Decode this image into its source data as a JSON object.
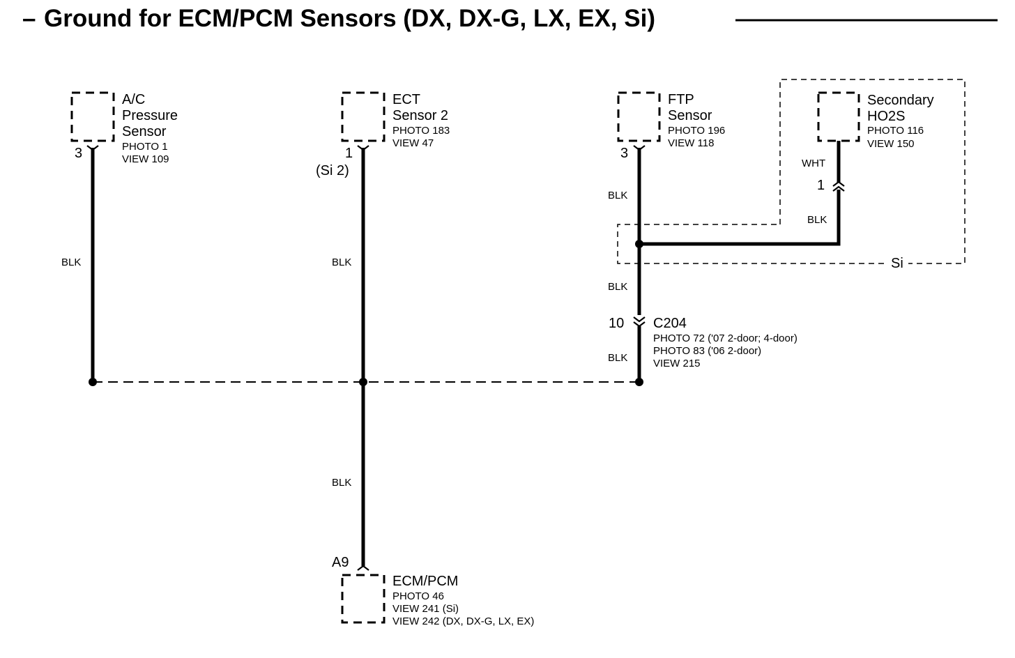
{
  "title": {
    "dash": "–",
    "text": "Ground for ECM/PCM Sensors (DX, DX-G, LX, EX, Si)"
  },
  "components": {
    "ac_pressure_sensor": {
      "name_lines": [
        "A/C",
        "Pressure",
        "Sensor"
      ],
      "photo": "PHOTO 1",
      "view": "VIEW 109",
      "pin": "3"
    },
    "ect_sensor_2": {
      "name_lines": [
        "ECT",
        "Sensor 2"
      ],
      "photo": "PHOTO 183",
      "view": "VIEW 47",
      "pin": "1",
      "pin_note": "(Si 2)"
    },
    "ftp_sensor": {
      "name_lines": [
        "FTP",
        "Sensor"
      ],
      "photo": "PHOTO 196",
      "view": "VIEW 118",
      "pin": "3"
    },
    "secondary_ho2s": {
      "name_lines": [
        "Secondary",
        "HO2S"
      ],
      "photo": "PHOTO 116",
      "view": "VIEW 150"
    },
    "ecm_pcm": {
      "name": "ECM/PCM",
      "pin": "A9",
      "refs": [
        "PHOTO 46",
        "VIEW 241 (Si)",
        "VIEW 242 (DX, DX-G, LX, EX)"
      ]
    }
  },
  "connectors": {
    "c204": {
      "name": "C204",
      "pin": "10",
      "refs": [
        "PHOTO 72 ('07 2-door; 4-door)",
        "PHOTO 83 ('06 2-door)",
        "VIEW 215"
      ]
    },
    "ho2s_inline": {
      "pin": "1"
    }
  },
  "wire_labels": {
    "ac_wire": "BLK",
    "ect_wire": "BLK",
    "ftp_wire": "BLK",
    "ho2s_upper": "WHT",
    "ho2s_lower": "BLK",
    "ftp_lower": "BLK",
    "c204_lower": "BLK",
    "ecm_wire": "BLK"
  },
  "region_label": "Si"
}
